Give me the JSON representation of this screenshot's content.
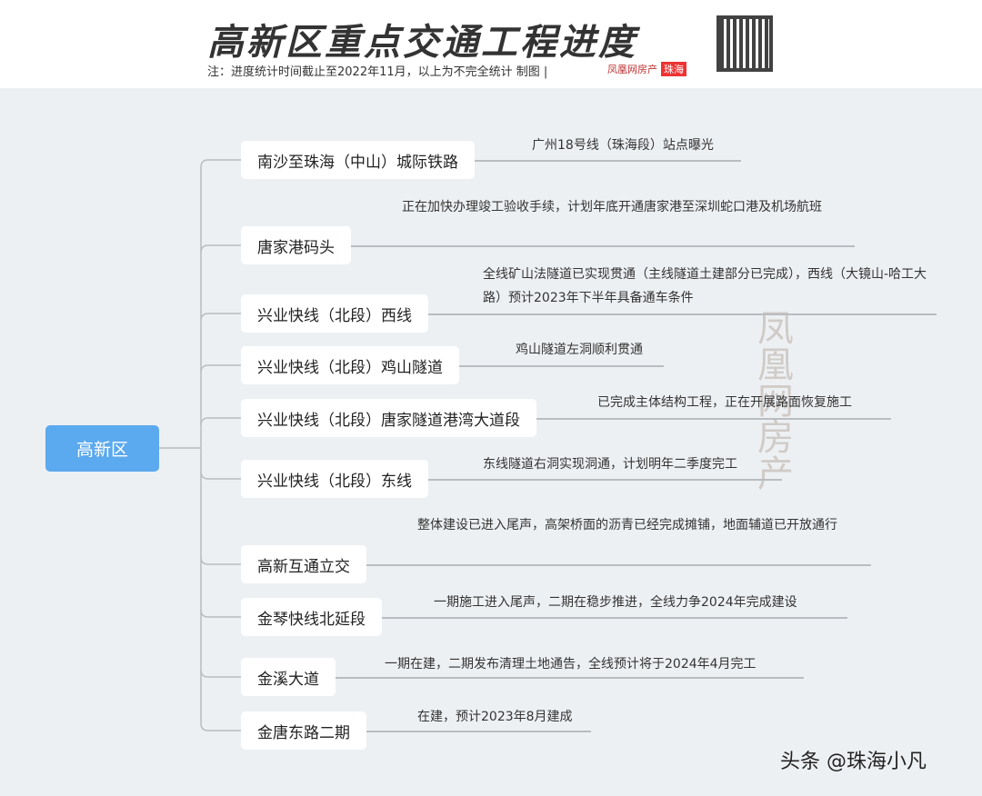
{
  "header": {
    "title": "高新区重点交通工程进度",
    "note": "注：进度统计时间截止至2022年11月，以上为不完全统计  制图 |",
    "logo_text": "凤凰网房产",
    "logo_tag": "珠海",
    "logo_url": "house.ifeng.com"
  },
  "root": {
    "label": "高新区"
  },
  "branches": [
    {
      "label": "南沙至珠海（中山）城际铁路",
      "desc": "广州18号线（珠海段）站点曝光"
    },
    {
      "label": "唐家港码头",
      "desc": "正在加快办理竣工验收手续，计划年底开通唐家港至深圳蛇口港及机场航班"
    },
    {
      "label": "兴业快线（北段）西线",
      "desc": "全线矿山法隧道已实现贯通（主线隧道土建部分已完成），西线（大镜山-哈工大路）预计2023年下半年具备通车条件"
    },
    {
      "label": "兴业快线（北段）鸡山隧道",
      "desc": "鸡山隧道左洞顺利贯通"
    },
    {
      "label": "兴业快线（北段）唐家隧道港湾大道段",
      "desc": "已完成主体结构工程，正在开展路面恢复施工"
    },
    {
      "label": "兴业快线（北段）东线",
      "desc": "东线隧道右洞实现洞通，计划明年二季度完工"
    },
    {
      "label": "高新互通立交",
      "desc": "整体建设已进入尾声，高架桥面的沥青已经完成摊铺，地面辅道已开放通行"
    },
    {
      "label": "金琴快线北延段",
      "desc": "一期施工进入尾声，二期在稳步推进，全线力争2024年完成建设"
    },
    {
      "label": "金溪大道",
      "desc": "一期在建，二期发布清理土地通告，全线预计将于2024年4月完工"
    },
    {
      "label": "金唐东路二期",
      "desc": "在建，预计2023年8月建成"
    }
  ],
  "seal": "凤凰网房产",
  "watermark": "头条 @珠海小凡"
}
